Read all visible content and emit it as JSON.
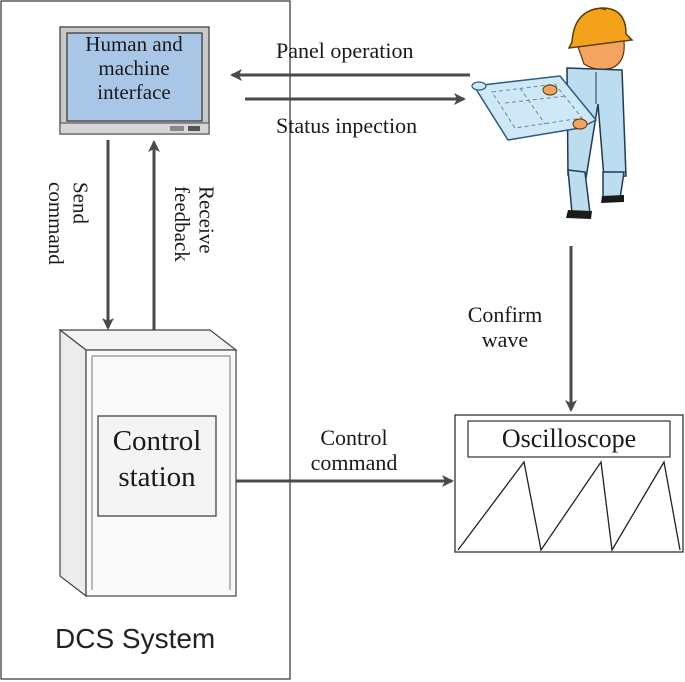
{
  "hmi": {
    "line1": "Human and",
    "line2": "machine",
    "line3": "interface"
  },
  "operator": {
    "panel_operation": "Panel operation",
    "status_inspection": "Status inpection",
    "confirm_wave_1": "Confirm",
    "confirm_wave_2": "wave"
  },
  "dcs": {
    "send_1": "Send",
    "send_2": "command",
    "receive_1": "Receive",
    "receive_2": "feedback",
    "control_station_1": "Control",
    "control_station_2": "station",
    "system_label": "DCS System"
  },
  "control_command": {
    "line1": "Control",
    "line2": "command"
  },
  "oscilloscope": {
    "title": "Oscilloscope"
  },
  "colors": {
    "arrow": "#4a4a4a",
    "screen": "#a9c6e6",
    "hat": "#f3a21a",
    "body": "#bcdcef",
    "blueprint": "#cfe8f5"
  }
}
